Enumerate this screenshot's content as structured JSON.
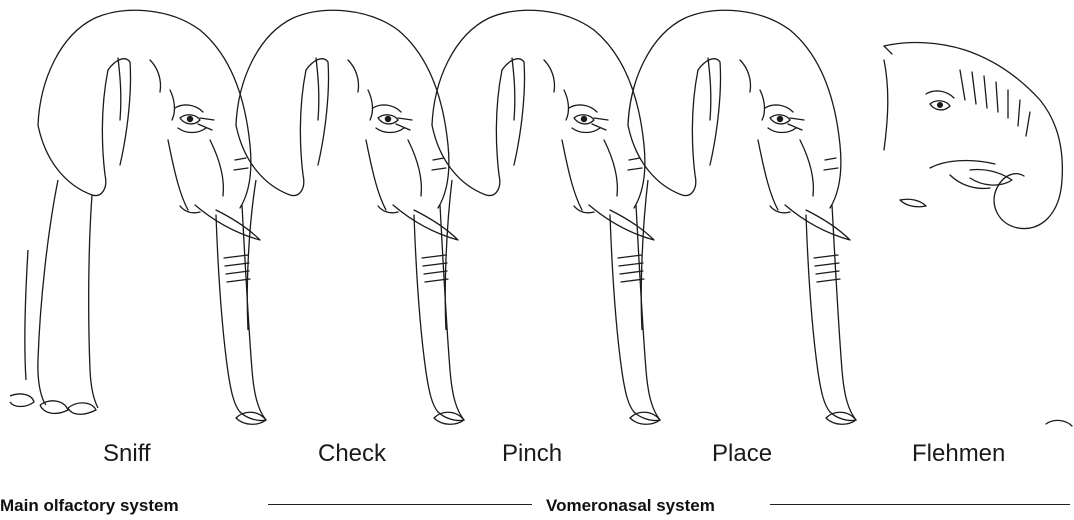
{
  "panels": [
    {
      "label": "Sniff"
    },
    {
      "label": "Check"
    },
    {
      "label": "Pinch"
    },
    {
      "label": "Place"
    },
    {
      "label": "Flehmen"
    }
  ],
  "systems": {
    "main": "Main olfactory system",
    "vomeronasal": "Vomeronasal system"
  },
  "colors": {
    "line": "#1a1a1a",
    "background": "#ffffff"
  }
}
